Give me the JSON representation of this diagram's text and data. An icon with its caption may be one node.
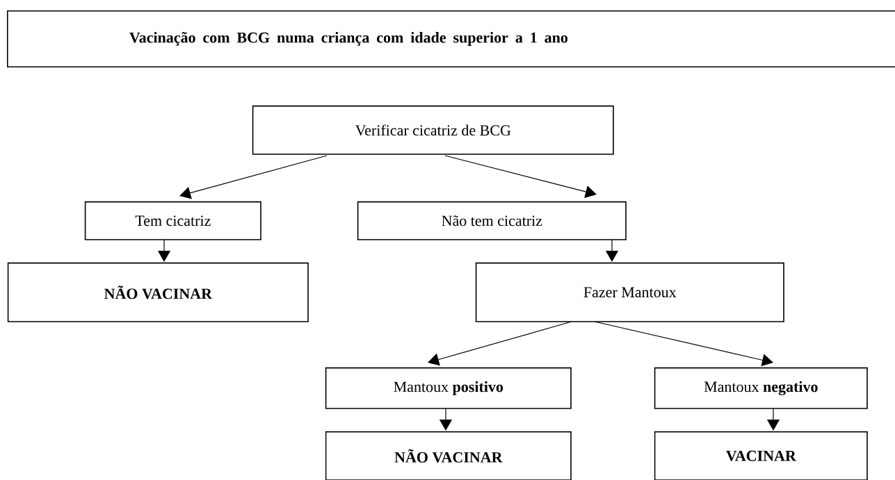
{
  "diagram": {
    "nodes": [
      {
        "text": [
          "Vacinação com BCG numa criança com idade superior a 1 ano"
        ]
      },
      {
        "text": [
          "Verificar cicatriz de BCG"
        ]
      },
      {
        "text": [
          "Tem cicatriz"
        ]
      },
      {
        "text": [
          "NÃO VACINAR"
        ]
      },
      {
        "text": [
          "Não tem cicatriz"
        ]
      },
      {
        "text": [
          "Fazer Mantoux"
        ]
      },
      {
        "text": [
          "Mantoux **positivo**"
        ]
      },
      {
        "text": [
          "Mantoux **negativo**"
        ]
      },
      {
        "text": [
          "NÃO VACINAR"
        ]
      },
      {
        "text": [
          "VACINAR"
        ]
      }
    ],
    "edges": [
      {
        "from": 1,
        "to": 2,
        "arrow": "to"
      },
      {
        "from": 1,
        "to": 4,
        "arrow": "to"
      },
      {
        "from": 2,
        "to": 3,
        "arrow": "to"
      },
      {
        "from": 4,
        "to": 5,
        "arrow": "to"
      },
      {
        "from": 5,
        "to": 6,
        "arrow": "to"
      },
      {
        "from": 5,
        "to": 7,
        "arrow": "to"
      },
      {
        "from": 6,
        "to": 8,
        "arrow": "to"
      },
      {
        "from": 7,
        "to": 9,
        "arrow": "to"
      }
    ]
  }
}
